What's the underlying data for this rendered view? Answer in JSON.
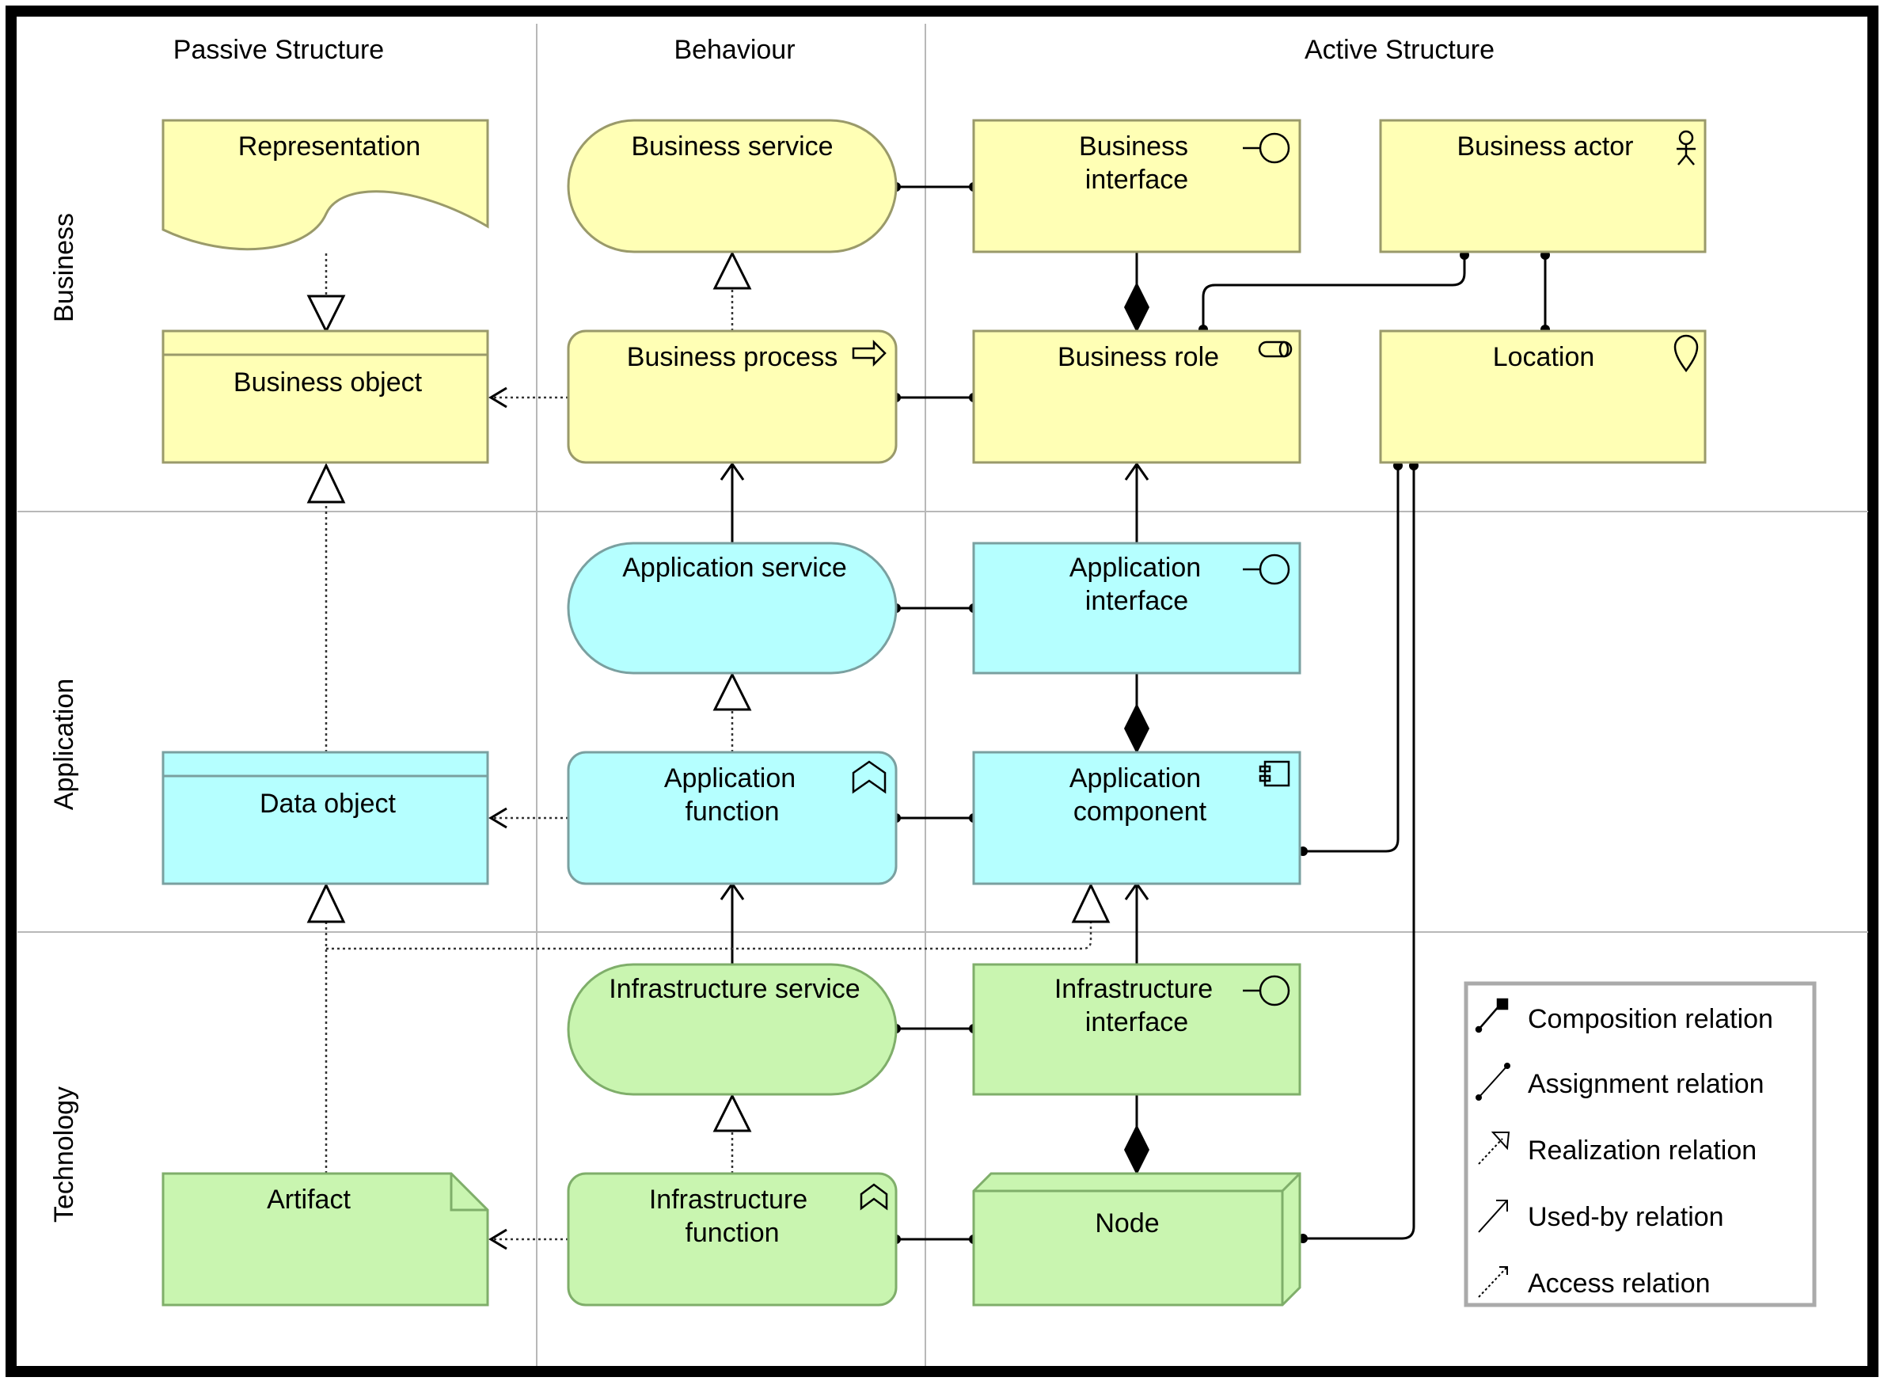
{
  "columns": {
    "passive": "Passive Structure",
    "behaviour": "Behaviour",
    "active": "Active Structure"
  },
  "rows": {
    "business": "Business",
    "application": "Application",
    "technology": "Technology"
  },
  "elements": {
    "representation": "Representation",
    "business_service": "Business service",
    "business_interface_1": "Business",
    "business_interface_2": "interface",
    "business_actor": "Business actor",
    "business_object": "Business object",
    "business_process": "Business process",
    "business_role": "Business role",
    "location": "Location",
    "application_service": "Application service",
    "application_interface_1": "Application",
    "application_interface_2": "interface",
    "data_object": "Data object",
    "application_function_1": "Application",
    "application_function_2": "function",
    "application_component_1": "Application",
    "application_component_2": "component",
    "infrastructure_service": "Infrastructure service",
    "infrastructure_interface_1": "Infrastructure",
    "infrastructure_interface_2": "interface",
    "artifact": "Artifact",
    "infrastructure_function_1": "Infrastructure",
    "infrastructure_function_2": "function",
    "node": "Node"
  },
  "legend": {
    "composition": "Composition relation",
    "assignment": "Assignment relation",
    "realization": "Realization relation",
    "used_by": "Used-by relation",
    "access": "Access relation"
  },
  "colors": {
    "business": "#ffffb5",
    "application": "#b5ffff",
    "technology": "#c9f5b0",
    "stroke": "#9a9a6a",
    "line": "#000000"
  }
}
